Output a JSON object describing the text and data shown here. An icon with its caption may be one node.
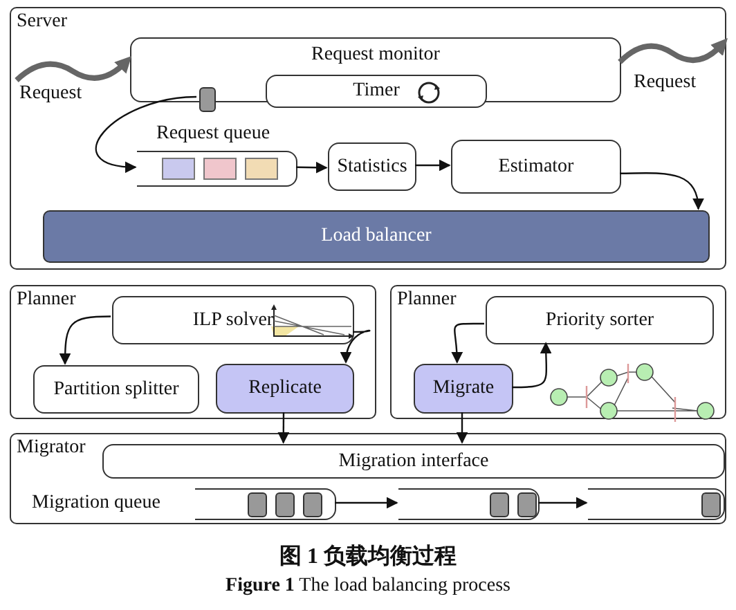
{
  "diagram": {
    "caption": "图 1 负载均衡过程",
    "nodes": [
      {
        "text": [
          "Server"
        ]
      },
      {
        "text": [
          "Request monitor"
        ],
        "in": 0
      },
      {
        "text": [
          "Timer"
        ],
        "in": 1
      },
      {
        "text": [],
        "shape": "box",
        "in": 1
      },
      {
        "text": [
          "Request queue"
        ],
        "in": 0
      },
      {
        "text": [
          "Statistics"
        ],
        "in": 0
      },
      {
        "text": [
          "Estimator"
        ],
        "in": 0
      },
      {
        "text": [
          "Load balancer"
        ],
        "in": 0
      },
      {
        "text": [
          "Planner"
        ]
      },
      {
        "text": [
          "ILP solver"
        ],
        "in": 8
      },
      {
        "text": [
          "Partition splitter"
        ],
        "in": 8
      },
      {
        "text": [
          "Replicate"
        ],
        "in": 8
      },
      {
        "text": [
          "Planner"
        ]
      },
      {
        "text": [
          "Priority sorter"
        ],
        "in": 12
      },
      {
        "text": [
          "Migrate"
        ],
        "in": 12
      },
      {
        "text": [
          "Migrator"
        ]
      },
      {
        "text": [
          "Migration interface"
        ],
        "in": 15
      },
      {
        "text": [
          "Migration queue"
        ],
        "in": 15
      },
      {
        "text": [],
        "shape": "box",
        "in": 15
      },
      {
        "text": [],
        "shape": "box",
        "in": 15
      },
      {
        "text": [],
        "shape": "box",
        "in": 15
      }
    ],
    "edges": [
      {
        "from": null,
        "to": 1,
        "arrow": "to",
        "label": "Request",
        "style": "thick",
        "color": "#666666"
      },
      {
        "from": 1,
        "to": null,
        "arrow": "to",
        "label": "Request",
        "style": "thick",
        "color": "#666666"
      },
      {
        "from": 3,
        "to": 4,
        "arrow": "to"
      },
      {
        "from": 4,
        "to": 5,
        "arrow": "to"
      },
      {
        "from": 5,
        "to": 6,
        "arrow": "to"
      },
      {
        "from": 6,
        "to": 7,
        "arrow": "to"
      },
      {
        "from": 9,
        "to": 10,
        "arrow": "to"
      },
      {
        "from": 9,
        "to": 11,
        "arrow": "to"
      },
      {
        "from": 13,
        "to": 14,
        "arrow": "to"
      },
      {
        "from": 14,
        "to": 13,
        "arrow": "to"
      },
      {
        "from": 11,
        "to": 16,
        "arrow": "to"
      },
      {
        "from": 14,
        "to": 16,
        "arrow": "to"
      },
      {
        "from": 18,
        "to": 19,
        "arrow": "to"
      },
      {
        "from": 19,
        "to": 20,
        "arrow": "to"
      }
    ],
    "labels": [
      "**Figure 1** The load balancing process"
    ]
  }
}
